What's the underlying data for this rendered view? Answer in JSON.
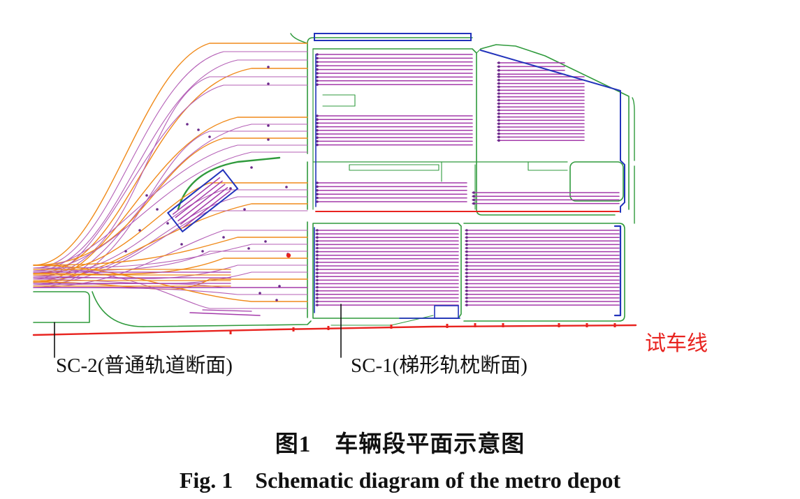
{
  "figure": {
    "labels": {
      "sc2": "SC-2(普通轨道断面)",
      "sc1": "SC-1(梯形轨枕断面)",
      "test_line": "试车线"
    },
    "caption_cn": "图1　车辆段平面示意图",
    "caption_en": "Fig. 1　Schematic diagram of the metro depot"
  },
  "colors": {
    "track": "#a43aaa",
    "track_thin": "#b45fb6",
    "road": "#2f9a3c",
    "boundary": "#2233bb",
    "switch": "#f08a1a",
    "test_line": "#e8231f",
    "marker": "#6a2a8a"
  }
}
